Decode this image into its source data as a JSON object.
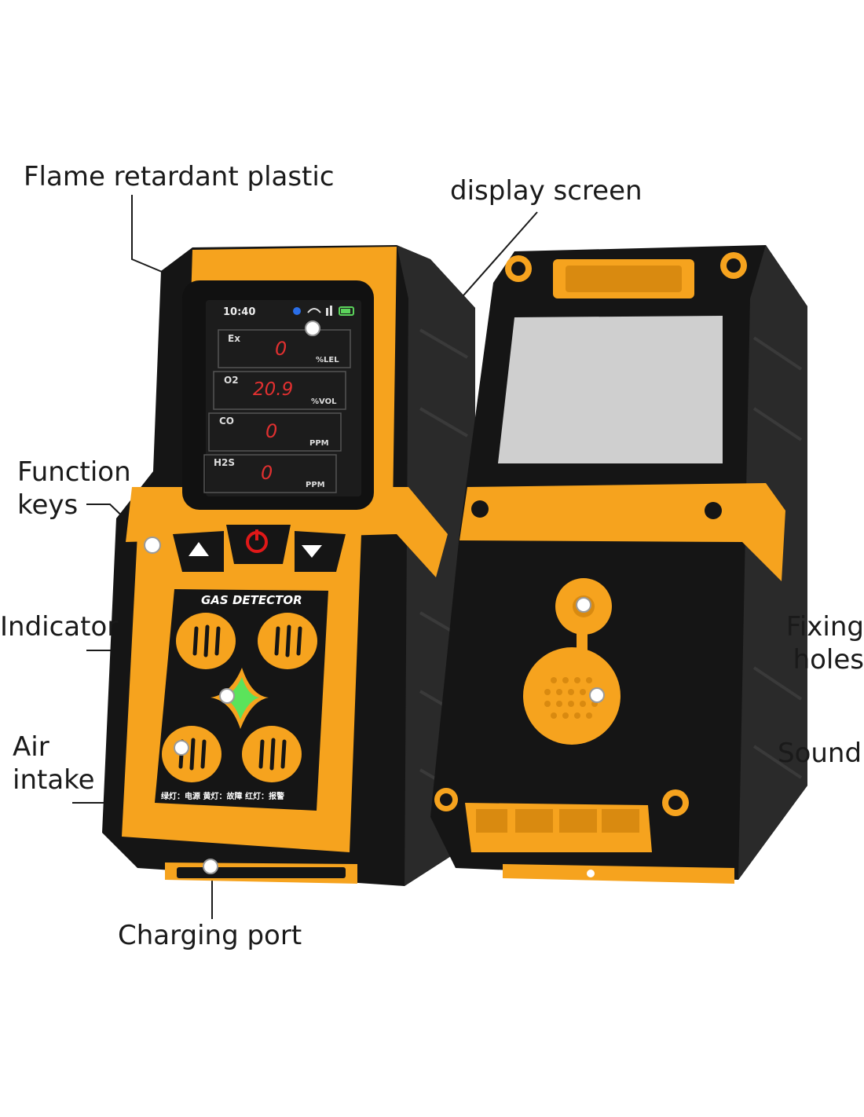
{
  "labels": {
    "flame_retardant": "Flame retardant plastic",
    "display_screen": "display screen",
    "function_keys_line1": "Function",
    "function_keys_line2": "keys",
    "indicator": "Indicator",
    "air_intake_line1": "Air",
    "air_intake_line2": "intake",
    "charging_port": "Charging port",
    "fixing_holes_line1": "Fixing",
    "fixing_holes_line2": "holes",
    "sound": "Sound"
  },
  "screen": {
    "time": "10:40",
    "rows": [
      {
        "gas": "Ex",
        "value": "0",
        "unit": "%LEL"
      },
      {
        "gas": "O2",
        "value": "20.9",
        "unit": "%VOL"
      },
      {
        "gas": "CO",
        "value": "0",
        "unit": "PPM"
      },
      {
        "gas": "H2S",
        "value": "0",
        "unit": "PPM"
      }
    ]
  },
  "device": {
    "brand_text": "GAS DETECTOR",
    "legend_text": "绿灯：电源  黄灯：故障  红灯：报警"
  },
  "colors": {
    "orange": "#F6A31E",
    "dark_orange": "#D98A10",
    "black": "#151515",
    "rubber": "#2a2a2a",
    "reading_red": "#E03030",
    "indicator_green": "#5BE35B",
    "power_red": "#E01818"
  }
}
